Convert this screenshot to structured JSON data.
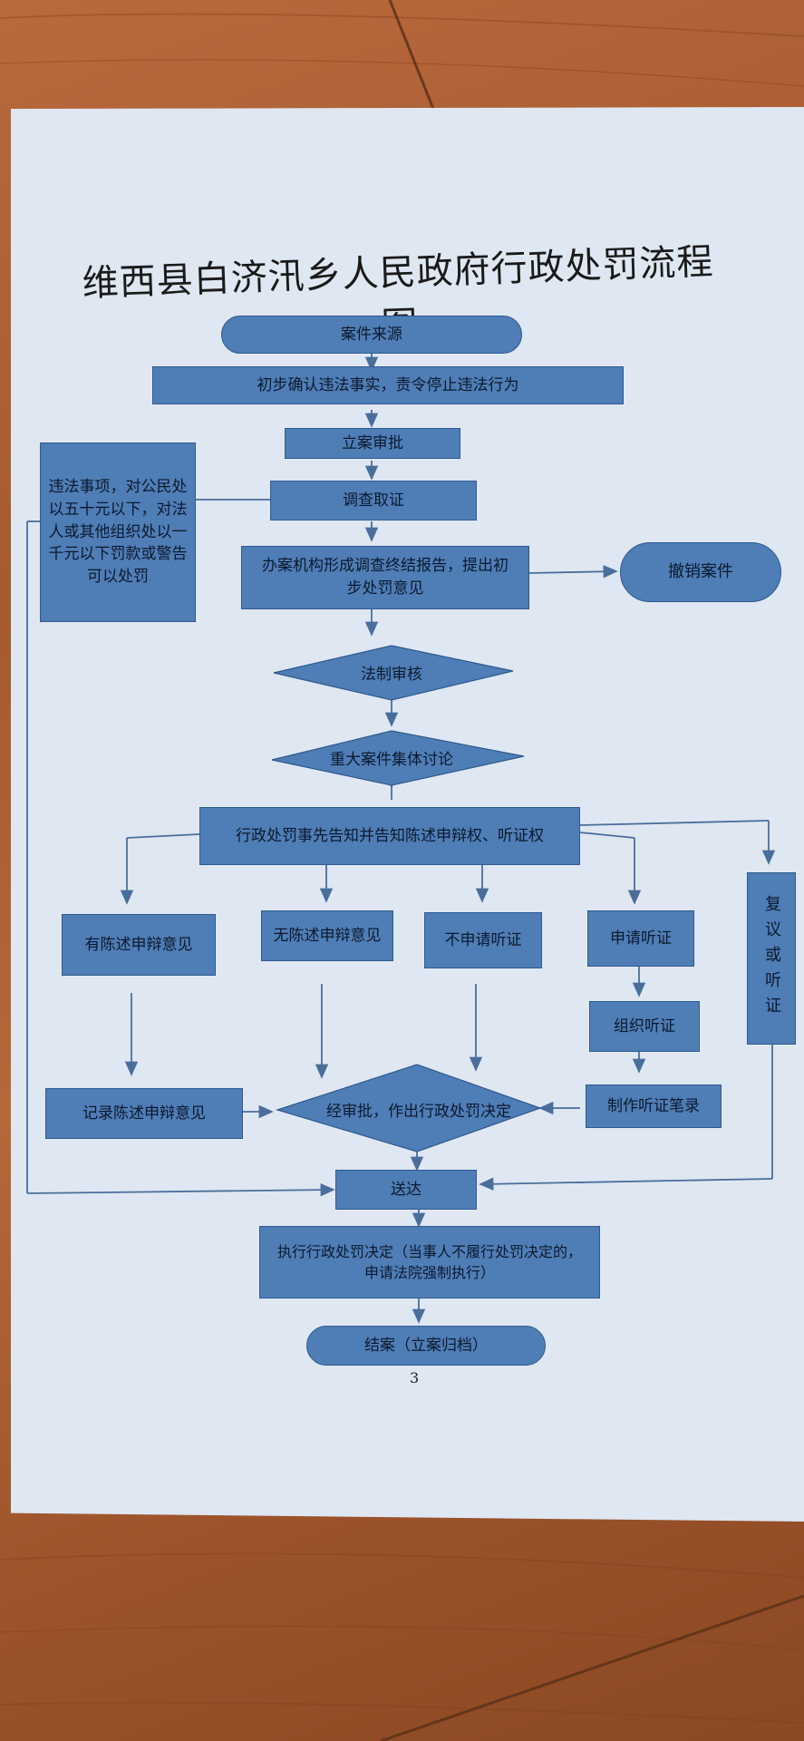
{
  "title": "维西县白济汛乡人民政府行政处罚流程图",
  "nodes": {
    "source": "案件来源",
    "confirm": "初步确认违法事实，责令停止违法行为",
    "filing": "立案审批",
    "investigate": "调查取证",
    "report": "办案机构形成调查终结报告，提出初步处罚意见",
    "cancel": "撤销案件",
    "summary": "违法事项，对公民处以五十元以下，对法人或其他组织处以一千元以下罚款或警告可以处罚",
    "legal_review": "法制审核",
    "major_case": "重大案件集体讨论",
    "notify": "行政处罚事先告知并告知陈述申辩权、听证权",
    "has_opinion": "有陈述申辩意见",
    "no_opinion": "无陈述申辩意见",
    "no_hearing": "不申请听证",
    "apply_hearing": "申请听证",
    "review_or_hearing": "复议或听证",
    "organize_hearing": "组织听证",
    "record_opinion": "记录陈述申辩意见",
    "decision": "经审批，作出行政处罚决定",
    "hearing_record": "制作听证笔录",
    "deliver": "送达",
    "execute": "执行行政处罚决定（当事人不履行处罚决定的，申请法院强制执行）",
    "close": "结案（立案归档）"
  },
  "page_number": "3",
  "colors": {
    "box_fill": "#4f7db6",
    "box_border": "#2f5a8f",
    "paper": "#dfe7f2",
    "wood": "#a65a30",
    "line": "#4a6e9c"
  }
}
